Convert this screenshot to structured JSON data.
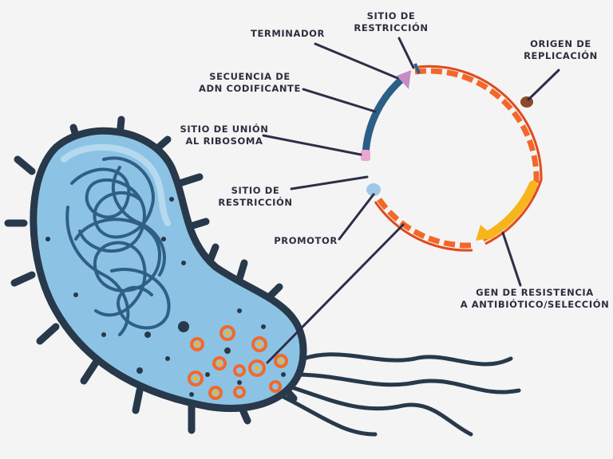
{
  "labels": {
    "terminator": [
      "TERMINADOR"
    ],
    "restriction_top": [
      "SITIO DE",
      "RESTRICCIÓN"
    ],
    "origin": [
      "ORIGEN DE",
      "REPLICACIÓN"
    ],
    "coding": [
      "SECUENCIA DE",
      "ADN CODIFICANTE"
    ],
    "rbs": [
      "SITIO DE UNIÓN",
      "AL RIBOSOMA"
    ],
    "restriction_left": [
      "SITIO DE",
      "RESTRICCIÓN"
    ],
    "promoter": [
      "PROMOTOR"
    ],
    "resistance": [
      "GEN DE RESISTENCIA",
      "A ANTIBIÓTICO/SELECCIÓN"
    ]
  },
  "colors": {
    "background": "#f4f4f4",
    "label_text": "#2d2d3f",
    "leader_line": "#2e2e48",
    "cell_fill": "#8cc3e4",
    "cell_outline": "#27394a",
    "nucleoid": "#2f5f86",
    "plasmid_dna": "#f3682a",
    "coding_segment": "#2c5f86",
    "resistance_gene": "#f7b51b",
    "origin": "#8a4a2a",
    "terminator": "#c98bc4",
    "rbs": "#e7a9d2",
    "restriction_site": "#9fc7e6"
  }
}
